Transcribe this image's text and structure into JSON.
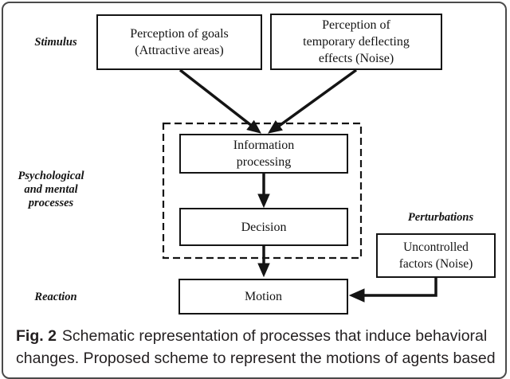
{
  "side_labels": {
    "stimulus": "Stimulus",
    "psychological": "Psychological\nand mental\nprocesses",
    "reaction": "Reaction",
    "perturbations": "Perturbations"
  },
  "boxes": {
    "perception_goals": "Perception of goals\n(Attractive areas)",
    "perception_deflecting": "Perception of\ntemporary deflecting\neffects (Noise)",
    "information_processing": "Information\nprocessing",
    "decision": "Decision",
    "motion": "Motion",
    "uncontrolled_factors": "Uncontrolled\nfactors (Noise)"
  },
  "caption": {
    "fig_label": "Fig. 2",
    "line1": "Schematic representation of processes that induce behavioral",
    "line2": "changes. Proposed scheme to represent the motions of agents based"
  },
  "colors": {
    "diagram_line": "#141414",
    "frame_border": "#4a4a4a",
    "caption_text": "#231f20",
    "background": "#ffffff"
  }
}
